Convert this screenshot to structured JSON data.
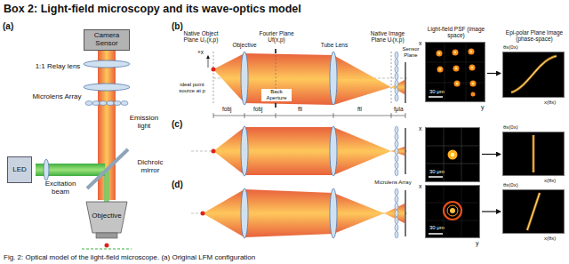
{
  "diagram": {
    "title": "Box 2: Light-field microscopy and its wave-optics model",
    "caption": "Fig. 2: Optical model of the light-field microscope. (a) Original LFM configuration",
    "nodes": [
      {
        "text": [
          "Camera Sensor"
        ]
      },
      {
        "text": [
          "LED"
        ]
      },
      {
        "text": [
          "Light-field PSF (image space)",
          "30 μm",
          "x",
          "y"
        ]
      },
      {
        "text": [
          "Epi-polar Plane Image (phase-space)",
          "θx(0x)",
          "x(θx)"
        ]
      },
      {
        "text": [
          "30 μm",
          "x",
          "y"
        ]
      },
      {
        "text": [
          "θx(0x)",
          "x(θx)"
        ]
      },
      {
        "text": [
          "30 μm",
          "x",
          "y"
        ]
      },
      {
        "text": [
          "θx(0x)",
          "x(θx)"
        ]
      }
    ],
    "edges": [
      {
        "from": 2,
        "to": 3,
        "arrow": "to"
      },
      {
        "from": 4,
        "to": 5,
        "arrow": "to"
      },
      {
        "from": 6,
        "to": 7,
        "arrow": "to"
      }
    ],
    "labels": [
      "(a)",
      "1:1 Relay lens",
      "Microlens Array",
      "Emission light",
      "Dichroic mirror",
      "Excitation beam",
      "Objective",
      "(b)",
      "Native Object Plane U₀(x,p)",
      "Fourier Plane Uf(x,p)",
      "Native Image Plane Uᵢ(x,p)",
      "Sensor Plane",
      "Objective",
      "Tube Lens",
      "Microlens Array",
      "Back Aperture",
      "ideal point source at p",
      "+x",
      "fobj",
      "fobj",
      "ftl",
      "ftl",
      "fμla",
      "(c)",
      "(d)"
    ]
  }
}
